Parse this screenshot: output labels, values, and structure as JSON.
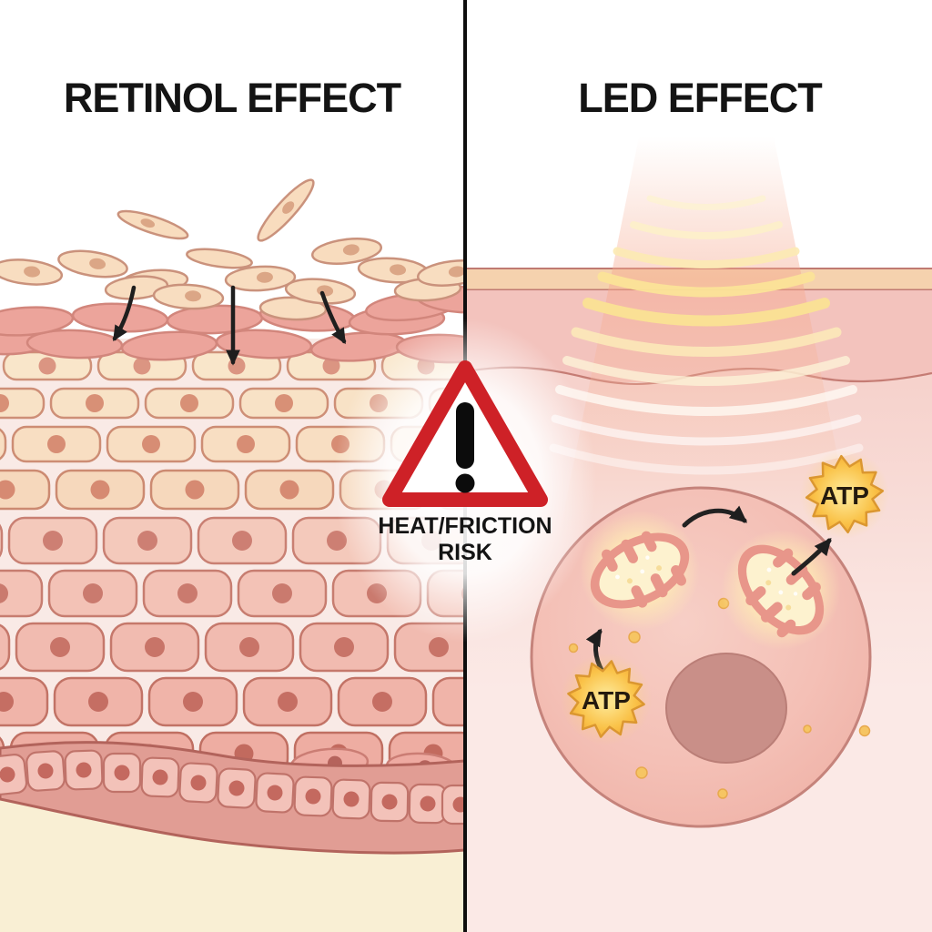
{
  "header": {
    "left_title": "RETINOL EFFECT",
    "right_title": "LED EFFECT"
  },
  "warning": {
    "line1": "HEAT/FRICTION",
    "line2": "RISK"
  },
  "led_panel": {
    "atp_input_label": "ATP",
    "atp_output_label": "ATP"
  },
  "colors": {
    "warning_red": "#ce2127",
    "divider_black": "#0e0e0e",
    "atp_yellow": "#fac34a",
    "beam_peach": "#f5a988",
    "epidermis_cream": "#f8e2c6",
    "epidermis_pink": "#f1bbb0",
    "basal_band_pink": "#e19d94",
    "dermis_cream": "#f9efd4",
    "title_black": "#141414"
  }
}
